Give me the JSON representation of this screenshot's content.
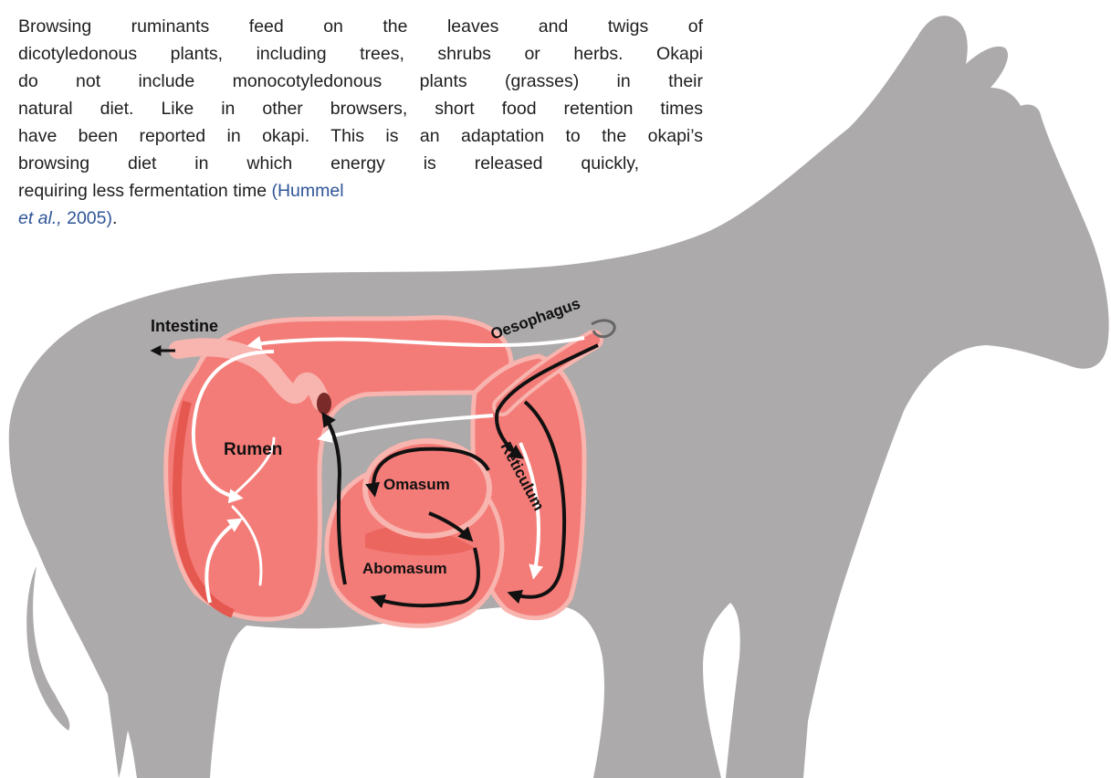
{
  "paragraph": {
    "lines": [
      "Browsing ruminants feed on the leaves and twigs of",
      "dicotyledonous plants, including trees, shrubs or herbs. Okapi",
      "do not include monocotyledonous plants (grasses) in their",
      "natural diet. Like in other browsers, short food retention times",
      "have been reported in okapi. This is an adaptation to the okapi’s",
      "browsing diet in which energy is released quickly,"
    ],
    "last_line_text": "requiring less fermentation time ",
    "citation_author": "(Hummel",
    "citation_etal": "et al.,",
    "citation_year": " 2005)",
    "trailing": "."
  },
  "diagram": {
    "labels": {
      "intestine": "Intestine",
      "oesophagus": "Oesophagus",
      "rumen": "Rumen",
      "omasum": "Omasum",
      "reticulum": "Reticulum",
      "abomasum": "Abomasum"
    },
    "colors": {
      "silhouette": "#acaaaa",
      "stomach_fill": "#f47c78",
      "stomach_dark": "#e5584f",
      "stomach_light": "#f8b4ae",
      "arrow_white": "#ffffff",
      "arrow_black": "#111111"
    }
  }
}
